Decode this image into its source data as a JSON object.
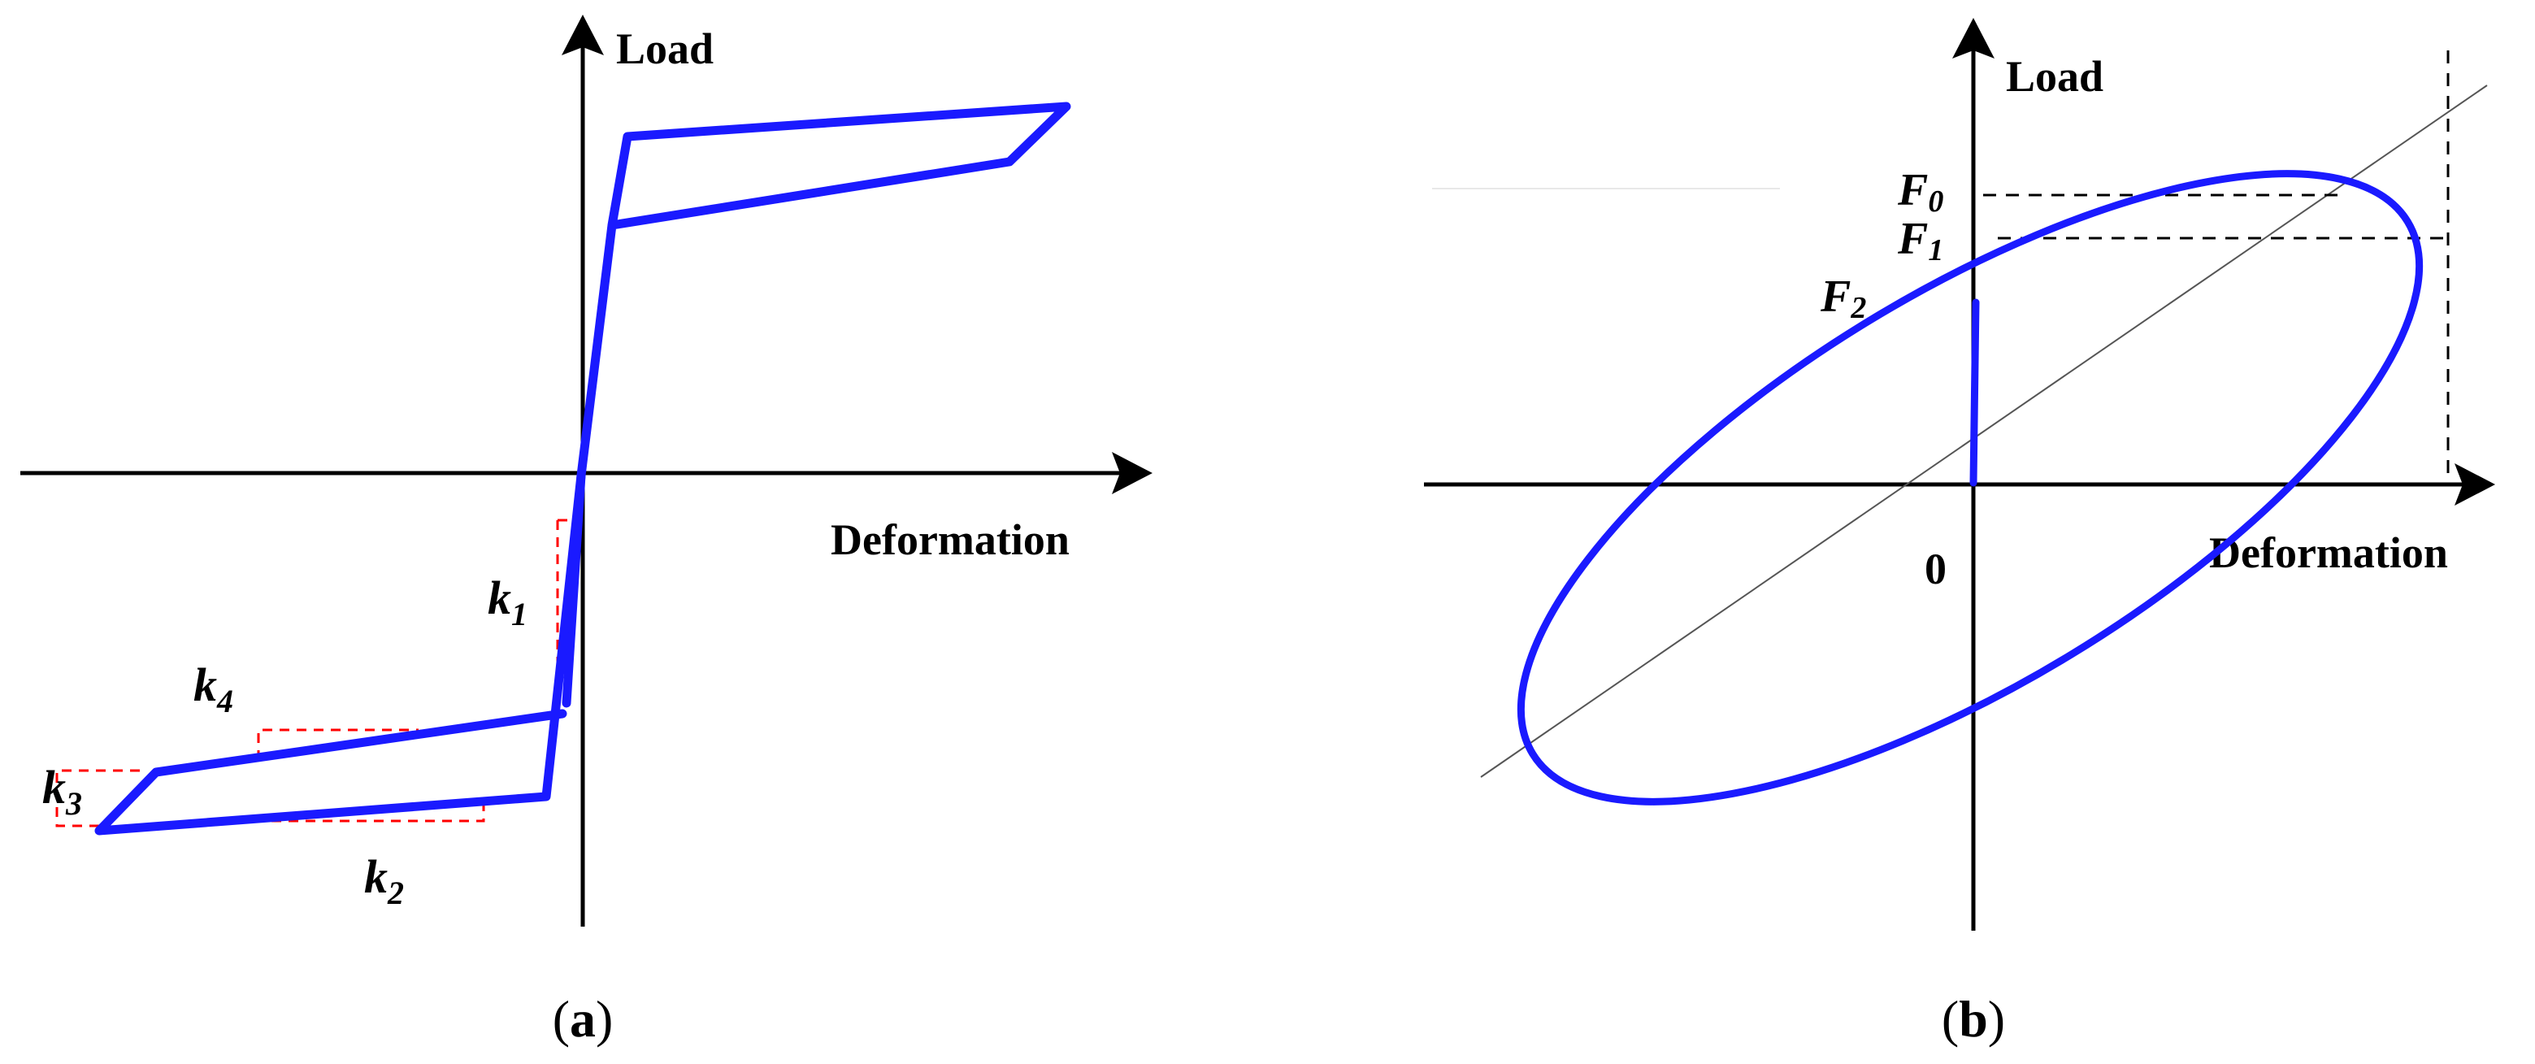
{
  "colors": {
    "curve": "#1a1aff",
    "guide": "#ff0000",
    "axis": "#000000",
    "dash": "#000000"
  },
  "panel_a": {
    "caption_letter": "a",
    "y_axis_label": "Load",
    "x_axis_label": "Deformation",
    "stiffness_labels": [
      {
        "main": "k",
        "sub": "1"
      },
      {
        "main": "k",
        "sub": "2"
      },
      {
        "main": "k",
        "sub": "3"
      },
      {
        "main": "k",
        "sub": "4"
      }
    ]
  },
  "panel_b": {
    "caption_letter": "b",
    "y_axis_label": "Load",
    "x_axis_label": "Deformation",
    "origin_label": "0",
    "force_labels": [
      {
        "main": "F",
        "sub": "0"
      },
      {
        "main": "F",
        "sub": "1"
      },
      {
        "main": "F",
        "sub": "2"
      }
    ]
  }
}
